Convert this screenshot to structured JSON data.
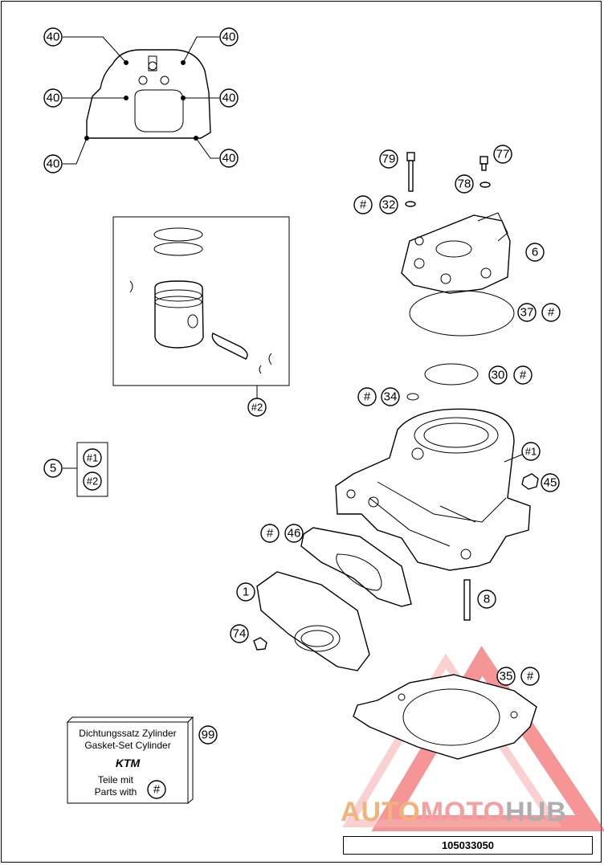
{
  "callouts": {
    "c40a": "40",
    "c40b": "40",
    "c40c": "40",
    "c40d": "40",
    "c40e": "40",
    "c40f": "40",
    "c79": "79",
    "c77": "77",
    "c78": "78",
    "c32": "32",
    "c6": "6",
    "c37": "37",
    "c30": "30",
    "c34": "34",
    "c2": "#2",
    "c5": "5",
    "kit1": "#1",
    "kit2": "#2",
    "c1hash": "#1",
    "c45": "45",
    "c46": "46",
    "c1": "1",
    "c8": "8",
    "c74": "74",
    "c35": "35",
    "c99": "99",
    "hash": "#"
  },
  "gasket_kit": {
    "line1": "Dichtungssatz Zylinder",
    "line2": "Gasket-Set Cylinder",
    "logo": "KTM",
    "line3": "Teile mit",
    "line4": "Parts with"
  },
  "watermark": {
    "part1": "AUTO",
    "part2": "MOTO",
    "part3": "HUB"
  },
  "document_number": "105033050"
}
